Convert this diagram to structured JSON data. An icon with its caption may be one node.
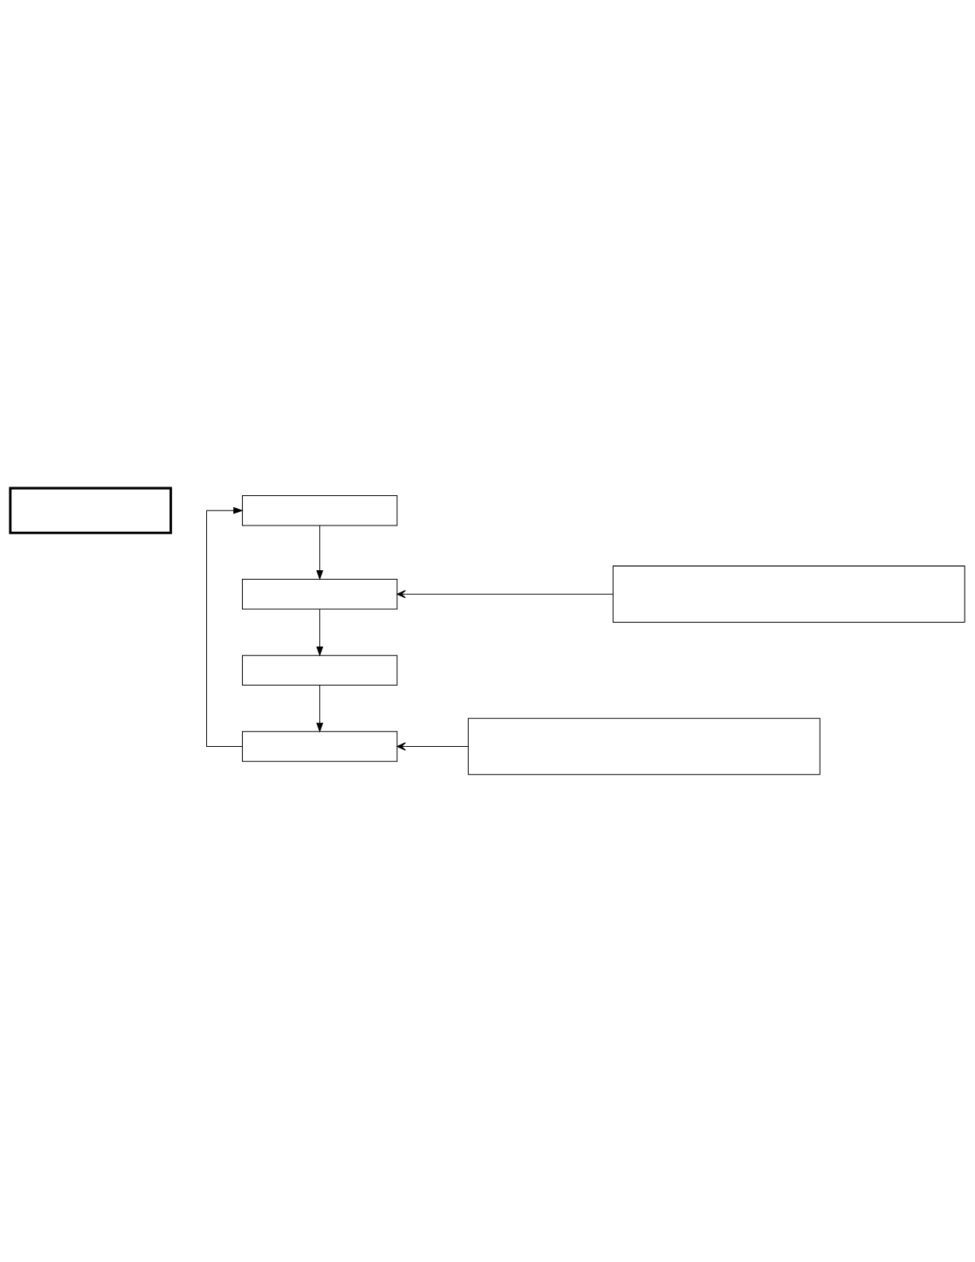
{
  "diagram": {
    "nodes": [
      {
        "text": [],
        "shape": "box"
      },
      {
        "text": [],
        "shape": "box"
      },
      {
        "text": [],
        "shape": "box"
      },
      {
        "text": [],
        "shape": "box"
      },
      {
        "text": [],
        "shape": "box"
      },
      {
        "text": [],
        "shape": "box"
      },
      {
        "text": [],
        "shape": "box"
      }
    ],
    "edges": [
      {
        "from": 1,
        "to": 2,
        "arrow": "to"
      },
      {
        "from": 2,
        "to": 4,
        "arrow": "to"
      },
      {
        "from": 4,
        "to": 5,
        "arrow": "to"
      },
      {
        "from": 5,
        "to": 1,
        "arrow": "to"
      },
      {
        "from": 3,
        "to": 2,
        "arrow": "to"
      },
      {
        "from": 6,
        "to": 5,
        "arrow": "to"
      }
    ]
  }
}
